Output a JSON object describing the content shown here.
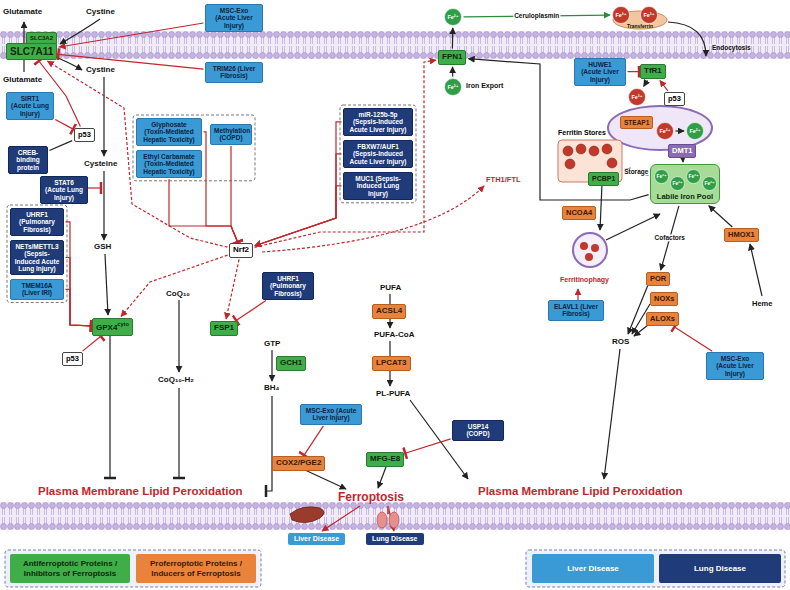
{
  "diagram": {
    "nodes": [
      {
        "text": [
          "SLC3A2"
        ]
      },
      {
        "text": [
          "SLC7A11"
        ]
      },
      {
        "text": [
          "MSC-Exo (Acute Liver Injury)"
        ]
      },
      {
        "text": [
          "TRIM26 (Liver Fibrosis)"
        ]
      },
      {
        "text": [
          "SIRT1 (Acute Lung Injury)"
        ]
      },
      {
        "text": [
          "p53"
        ]
      },
      {
        "text": [
          "CREB-binding protein"
        ]
      },
      {
        "text": [
          "STAT6 (Acute Lung Injury)"
        ]
      },
      {
        "text": [
          "UHRF1 (Pulmonary Fibrosis)"
        ]
      },
      {
        "text": [
          "NETs/METTL3 (Sepsis-Induced Acute Lung Injury)"
        ]
      },
      {
        "text": [
          "TMEM16A (Liver IRI)"
        ]
      },
      {
        "text": [
          "GPX4",
          "cyto"
        ]
      },
      {
        "text": [
          "p53"
        ]
      },
      {
        "text": [
          "Glyphosate (Toxin-Mediated Hepatic Toxicity)"
        ]
      },
      {
        "text": [
          "Methylation (COPD)"
        ]
      },
      {
        "text": [
          "Ethyl Carbamate (Toxin-Mediated Hepatic Toxicity)"
        ]
      },
      {
        "text": [
          "miR-125b-5p (Sepsis-Induced Acute Liver Injury)"
        ]
      },
      {
        "text": [
          "FBXW7/AUF1 (Sepsis-Induced Acute Liver Injury)"
        ]
      },
      {
        "text": [
          "MUC1 (Sepsis-Induced Lung Injury)"
        ]
      },
      {
        "text": [
          "Nrf2"
        ]
      },
      {
        "text": [
          "FSP1"
        ]
      },
      {
        "text": [
          "UHRF1 (Pulmonary Fibrosis)"
        ]
      },
      {
        "text": [
          "GCH1"
        ]
      },
      {
        "text": [
          "MSC-Exo (Acute Liver Injury)"
        ]
      },
      {
        "text": [
          "COX2/PGE2"
        ]
      },
      {
        "text": [
          "ACSL4"
        ]
      },
      {
        "text": [
          "LPCAT3"
        ]
      },
      {
        "text": [
          "USP14 (COPD)"
        ]
      },
      {
        "text": [
          "MFG-E8"
        ]
      },
      {
        "text": [
          "Liver Disease"
        ]
      },
      {
        "text": [
          "Lung Disease"
        ]
      },
      {
        "text": [
          "Fe²⁺"
        ]
      },
      {
        "text": [
          "FPN1"
        ]
      },
      {
        "text": [
          "Fe²⁺"
        ]
      },
      {
        "text": [
          "Fe³⁺"
        ]
      },
      {
        "text": [
          "Fe³⁺"
        ]
      },
      {
        "text": [
          "HUWE1 (Acute Liver Injury)"
        ]
      },
      {
        "text": [
          "TfR1"
        ]
      },
      {
        "text": [
          "p53"
        ]
      },
      {
        "text": [
          "Fe³⁺"
        ]
      },
      {
        "text": [
          "STEAP1"
        ]
      },
      {
        "text": [
          "Fe³⁺"
        ]
      },
      {
        "text": [
          "Fe²⁺"
        ]
      },
      {
        "text": [
          "DMT1"
        ]
      },
      {
        "text": [
          "Ferritin Stores"
        ]
      },
      {
        "text": [
          "PCBP1"
        ]
      },
      {
        "text": [
          "Labile Iron Pool"
        ]
      },
      {
        "text": [
          "Fe²⁺"
        ],
        "in": 46
      },
      {
        "text": [
          "Fe²⁺"
        ],
        "in": 46
      },
      {
        "text": [
          "Fe²⁺"
        ],
        "in": 46
      },
      {
        "text": [
          "Fe²⁺"
        ],
        "in": 46
      },
      {
        "text": [
          "NCOA4"
        ]
      },
      {
        "text": [
          "HMOX1"
        ]
      },
      {
        "text": [
          "ELAVL1 (Liver Fibrosis)"
        ]
      },
      {
        "text": [
          "POR"
        ]
      },
      {
        "text": [
          "NOXs"
        ]
      },
      {
        "text": [
          "ALOXs"
        ]
      },
      {
        "text": [
          "MSC-Exo (Acute Liver Injury)"
        ]
      }
    ],
    "edges": [
      {
        "from": 2,
        "to": 1,
        "arrow": "to"
      },
      {
        "from": 3,
        "to": 1,
        "arrow": "to"
      },
      {
        "from": 4,
        "to": 5,
        "arrow": "to"
      },
      {
        "from": 5,
        "to": 1,
        "arrow": "to"
      },
      {
        "from": 8,
        "to": 11,
        "arrow": "to"
      },
      {
        "from": 9,
        "to": 11,
        "arrow": "to"
      },
      {
        "from": 10,
        "to": 11,
        "arrow": "to"
      },
      {
        "from": 12,
        "to": 11,
        "arrow": "to"
      },
      {
        "from": 13,
        "to": 19,
        "arrow": "to"
      },
      {
        "from": 14,
        "to": 19,
        "arrow": "to"
      },
      {
        "from": 15,
        "to": 19,
        "arrow": "to"
      },
      {
        "from": 16,
        "to": 19,
        "arrow": "to"
      },
      {
        "from": 17,
        "to": 19,
        "arrow": "to"
      },
      {
        "from": 18,
        "to": 19,
        "arrow": "to"
      },
      {
        "from": 19,
        "to": 1,
        "arrow": "to"
      },
      {
        "from": 19,
        "to": 11,
        "arrow": "to"
      },
      {
        "from": 19,
        "to": 20,
        "arrow": "to"
      },
      {
        "from": 19,
        "to": 32,
        "arrow": "to"
      },
      {
        "from": 21,
        "to": 20,
        "arrow": "to"
      },
      {
        "from": 23,
        "to": 24,
        "arrow": "to"
      },
      {
        "from": 27,
        "to": 28,
        "arrow": "to"
      },
      {
        "from": 33,
        "to": 32,
        "arrow": "to"
      },
      {
        "from": 32,
        "to": 31,
        "arrow": "to"
      },
      {
        "from": 31,
        "to": 34,
        "label": "Ceruloplasmin",
        "arrow": "to"
      },
      {
        "from": 36,
        "to": 37,
        "arrow": "to"
      },
      {
        "from": 38,
        "to": 37,
        "arrow": "to"
      },
      {
        "from": 37,
        "to": 39,
        "arrow": "to"
      },
      {
        "from": 41,
        "to": 42,
        "arrow": "to"
      },
      {
        "from": 43,
        "to": 46,
        "arrow": "to"
      },
      {
        "from": 46,
        "to": 44,
        "label": "Storage",
        "arrow": "to"
      },
      {
        "from": 46,
        "to": 32,
        "arrow": "to"
      },
      {
        "from": 52,
        "to": 46,
        "arrow": "to"
      },
      {
        "from": 46,
        "to": 54,
        "label": "Cofactors",
        "arrow": "to"
      },
      {
        "from": 57,
        "to": 56,
        "arrow": "to"
      },
      {
        "from": 6,
        "to": 5,
        "arrow": "none"
      }
    ],
    "labels": [
      "Glutamate",
      "Cystine",
      "Glutamate",
      "Cystine",
      "Cysteine",
      "GSH",
      "CoQ₁₀",
      "CoQ₁₀-H₂",
      "GTP",
      "BH₄",
      "PUFA",
      "PUFA-CoA",
      "PL-PUFA",
      "Plasma Membrane Lipid Peroxidation",
      "Ferroptosis",
      "Plasma Membrane Lipid Peroxidation",
      "Iron Export",
      "Transferrin",
      "Endocytosis",
      "FTH1/FTL",
      "Ferritinophagy",
      "Heme",
      "ROS"
    ],
    "legend": [
      {
        "text": "Antiferroptotic Proteins / Inhibitors of Ferroptosis",
        "color": "#3fae49"
      },
      {
        "text": "Proferroptotic Proteins / Inducers of Ferroptosis",
        "color": "#e9833b"
      },
      {
        "text": "Liver Disease",
        "color": "#3a9ad6"
      },
      {
        "text": "Lung Disease",
        "color": "#1f3b7a"
      }
    ]
  }
}
